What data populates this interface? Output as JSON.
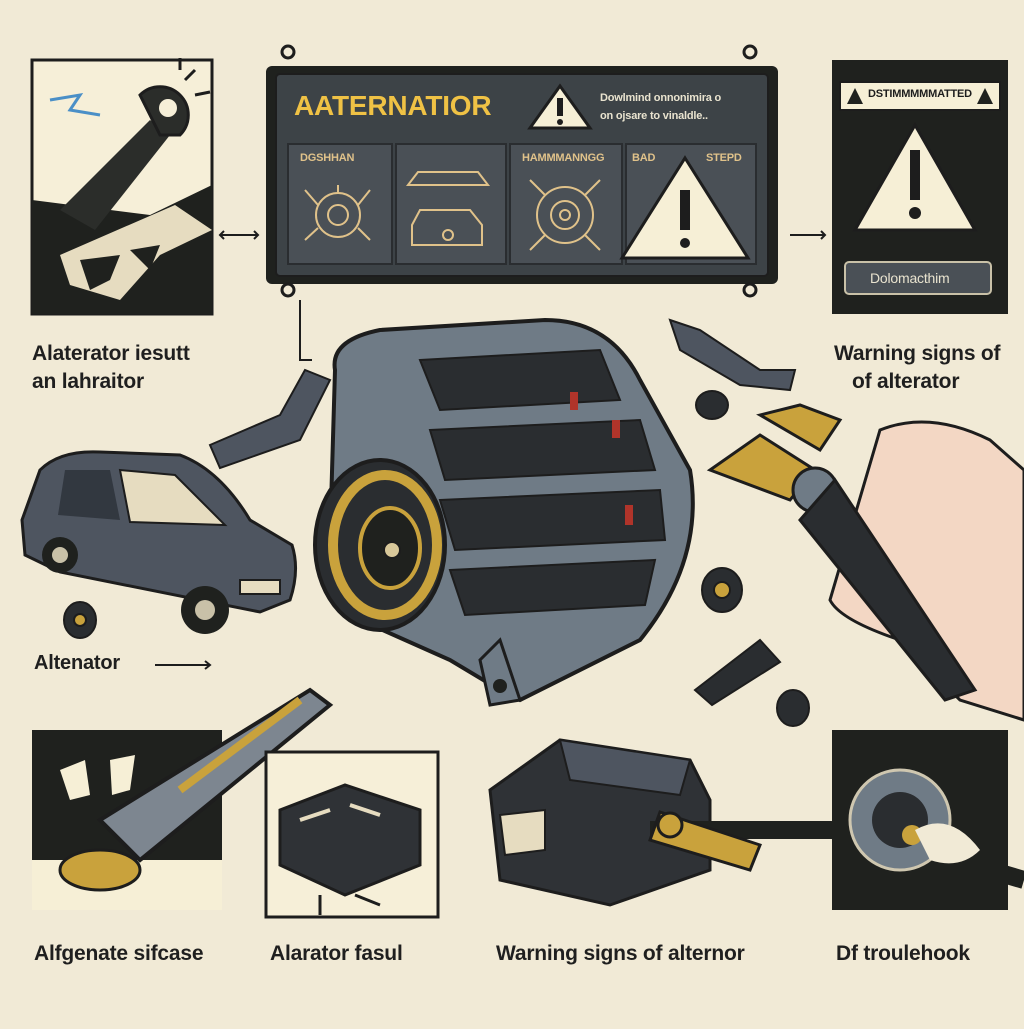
{
  "banner": {
    "title": "AATERNATIOR",
    "note_line1": "Dowlmind onnonimira o",
    "note_line2": "on ojsare to vinaldle..",
    "tiles": [
      {
        "label": "DGSHHAN"
      },
      {
        "label": ""
      },
      {
        "label": "HAMMMANNGG"
      },
      {
        "label": "BAD"
      },
      {
        "label": "STEPD"
      }
    ]
  },
  "warning_panel": {
    "header": "DSTIMMMMMATTED",
    "button": "Dolomacthim"
  },
  "captions": {
    "top_left_line1": "Alaterator iesutt",
    "top_left_line2": "an lahraitor",
    "top_right_line1": "Warning signs of",
    "top_right_line2": "of alterator",
    "middle_left": "Altenator",
    "bottom_1": "Alfgenate sifcase",
    "bottom_2": "Alarator fasul",
    "bottom_3": "Warning signs of alternor",
    "bottom_4": "Df troulehook"
  },
  "colors": {
    "background": "#f1ead6",
    "panel_dark": "#1f211e",
    "screen": "#3d4347",
    "metal": "#6f7b86",
    "brass": "#c9a23c",
    "warning": "#f6efd6"
  }
}
